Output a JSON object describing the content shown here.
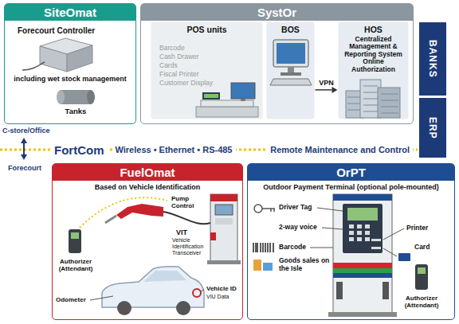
{
  "diagram": {
    "nodes": [
      {
        "text": [
          "SiteOmat"
        ]
      },
      {
        "text": [
          "SystOr"
        ]
      },
      {
        "text": [
          "POS units"
        ],
        "in": 1
      },
      {
        "text": [
          "BOS"
        ],
        "in": 1
      },
      {
        "text": [
          "HOS",
          "Centralized Management & Reporting System Online Authorization"
        ],
        "in": 1
      },
      {
        "text": [
          "BANKS"
        ]
      },
      {
        "text": [
          "ERP"
        ]
      },
      {
        "text": [
          "FortCom",
          "Wireless • Ethernet • RS-485",
          "Remote Maintenance and Control"
        ]
      },
      {
        "text": [
          "FuelOmat",
          "Based on Vehicle Identification"
        ]
      },
      {
        "text": [
          "OrPT",
          "Outdoor Payment Terminal (optional pole-mounted)"
        ]
      }
    ],
    "edges": [
      {
        "from": 3,
        "to": 4,
        "arrow": "to",
        "label": "VPN"
      }
    ],
    "labels": [
      "Forecourt Controller",
      "including wet stock management",
      "Tanks",
      "Barcode",
      "Cash Drawer",
      "Cards",
      "Fiscal Printer",
      "Customer Display",
      "C-store/Office",
      "Forecourt",
      "Pump Control",
      "VIT",
      "Vehicle Identification Transceiver",
      "Authorizer (Attendant)",
      "Odometer",
      "Vehicle ID",
      "VIU Data",
      "Driver Tag",
      "2-way voice",
      "Barcode",
      "Goods sales on the Isle",
      "Printer",
      "Card",
      "Authorizer (Attendant)"
    ]
  }
}
